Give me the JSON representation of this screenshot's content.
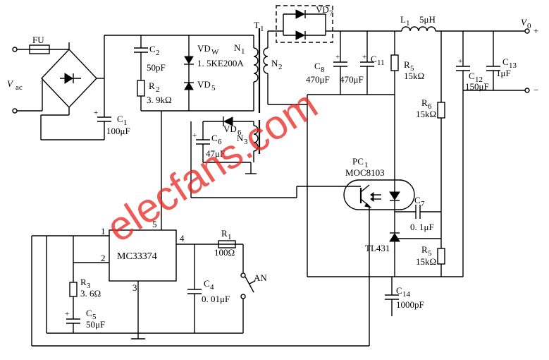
{
  "input": {
    "fuse": "FU",
    "vac": "V",
    "vac_sub": "ac"
  },
  "caps": {
    "c1": "C",
    "c1_sub": "1",
    "c1_val": "100μF",
    "c2": "C",
    "c2_sub": "2",
    "c2_val": "50pF",
    "c4": "C",
    "c4_sub": "4",
    "c4_val": "0. 01μF",
    "c5": "C",
    "c5_sub": "5",
    "c5_val": "50μF",
    "c6": "C",
    "c6_sub": "6",
    "c6_val": "47μF",
    "c7": "C",
    "c7_sub": "7",
    "c7_val": "0. 1μF",
    "c8": "C",
    "c8_sub": "8",
    "c8_val": "470μF",
    "c11": "C",
    "c11_sub": "11",
    "c11_val": "470μF",
    "c12": "C",
    "c12_sub": "12",
    "c12_val": "150μF",
    "c13": "C",
    "c13_sub": "13",
    "c13_val": "1μF",
    "c14": "C",
    "c14_sub": "14",
    "c14_val": "1000pF"
  },
  "resistors": {
    "r1": "R",
    "r1_sub": "1",
    "r1_val": "100Ω",
    "r2": "R",
    "r2_sub": "2",
    "r2_val": "3. 9kΩ",
    "r3": "R",
    "r3_sub": "3",
    "r3_val": "3. 6Ω",
    "r5a": "R",
    "r5a_sub": "5",
    "r5a_val": "15kΩ",
    "r6": "R",
    "r6_sub": "6",
    "r6_val": "15kΩ",
    "r5b": "R",
    "r5b_sub": "5",
    "r5b_val": "15kΩ"
  },
  "diodes": {
    "vdw": "VD",
    "vdw_sub": "W",
    "vdw_part": "1. 5KE200A",
    "vd5": "VD",
    "vd5_sub": "5",
    "vd6": "VD",
    "vd6_sub": "6",
    "vd7": "VD",
    "vd7_sub": "7"
  },
  "transformer": {
    "t1": "T",
    "t1_sub": "1",
    "n1": "N",
    "n1_sub": "1",
    "n2": "N",
    "n2_sub": "2",
    "n3": "N",
    "n3_sub": "3"
  },
  "inductor": {
    "l1": "L",
    "l1_sub": "1",
    "l1_val": "5μH"
  },
  "optocoupler": {
    "pc1": "PC",
    "pc1_sub": "1",
    "part": "MOC8103"
  },
  "regulator": {
    "part": "TL431"
  },
  "ic": {
    "part": "MC33374",
    "pin1": "1",
    "pin2": "2",
    "pin3": "3",
    "pin4": "4",
    "pin5": "5"
  },
  "switch": {
    "an": "AN"
  },
  "output": {
    "vo": "V",
    "vo_sub": "0",
    "plus": "+",
    "minus": "−"
  },
  "watermark": "elecfans.com"
}
